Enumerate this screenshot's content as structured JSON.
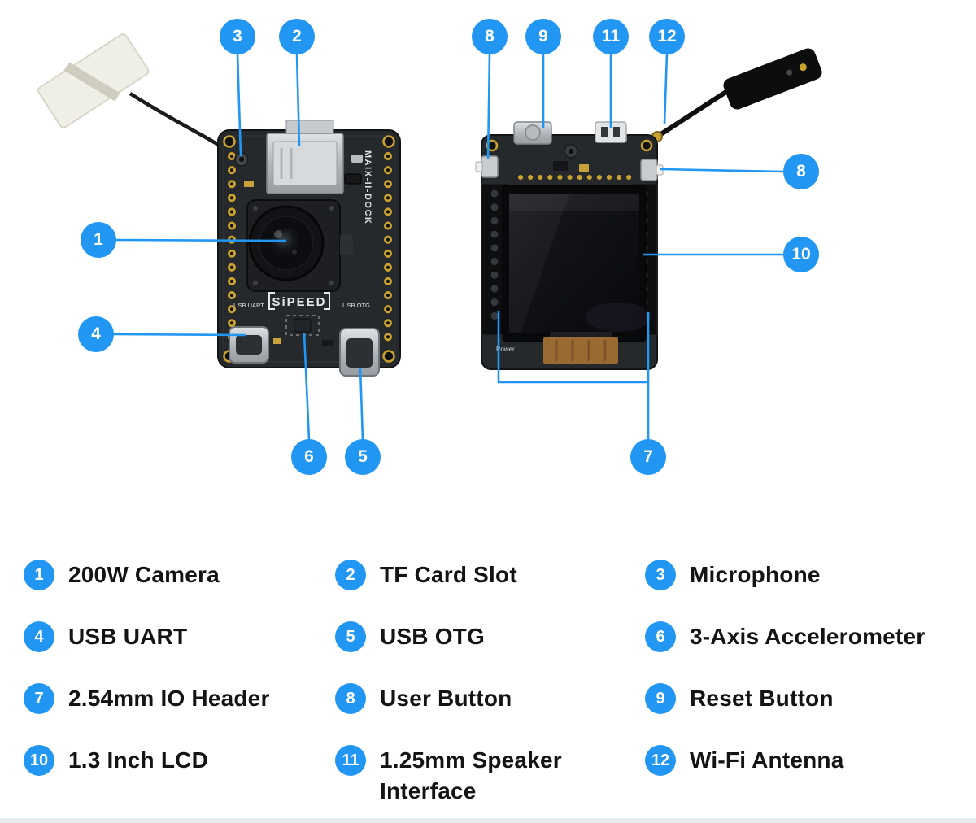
{
  "diagram": {
    "front_board": {
      "silkscreen_brand": "SiPEED",
      "silkscreen_model": "MAIX-II-DOCK",
      "label_usb_uart": "USB UART",
      "label_usb_otg": "USB OTG"
    },
    "back_board": {
      "label_power": "Power"
    },
    "callouts": [
      {
        "n": "3"
      },
      {
        "n": "2"
      },
      {
        "n": "8"
      },
      {
        "n": "9"
      },
      {
        "n": "11"
      },
      {
        "n": "12"
      },
      {
        "n": "1"
      },
      {
        "n": "4"
      },
      {
        "n": "8"
      },
      {
        "n": "10"
      },
      {
        "n": "6"
      },
      {
        "n": "5"
      },
      {
        "n": "7"
      }
    ]
  },
  "legend": {
    "items": [
      {
        "n": "1",
        "label": "200W Camera"
      },
      {
        "n": "2",
        "label": "TF Card Slot"
      },
      {
        "n": "3",
        "label": "Microphone"
      },
      {
        "n": "4",
        "label": "USB UART"
      },
      {
        "n": "5",
        "label": "USB OTG"
      },
      {
        "n": "6",
        "label": "3-Axis Accelerometer"
      },
      {
        "n": "7",
        "label": "2.54mm IO Header"
      },
      {
        "n": "8",
        "label": "User Button"
      },
      {
        "n": "9",
        "label": "Reset Button"
      },
      {
        "n": "10",
        "label": "1.3 Inch LCD"
      },
      {
        "n": "11",
        "label": "1.25mm Speaker Interface"
      },
      {
        "n": "12",
        "label": "Wi-Fi Antenna"
      }
    ]
  },
  "colors": {
    "accent": "#2196f3",
    "text": "#141414",
    "background": "#ffffff"
  }
}
